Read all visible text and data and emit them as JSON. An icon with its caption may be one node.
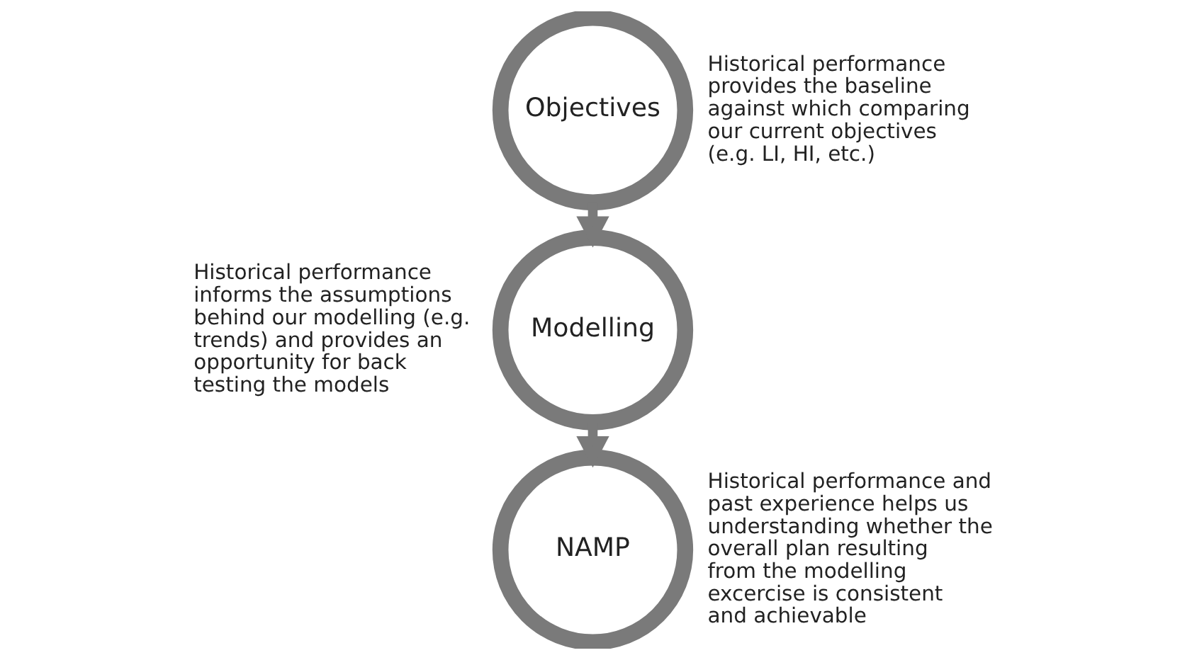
{
  "diagram": {
    "nodes": [
      {
        "text": [
          "Objectives"
        ],
        "beside": [
          "Historical performance provides the baseline against which comparing our current objectives (e.g. LI, HI, etc.)"
        ]
      },
      {
        "text": [
          "Modelling"
        ],
        "beside": [
          "Historical performance informs the assumptions behind our modelling (e.g. trends) and provides an opportunity for back testing the models"
        ]
      },
      {
        "text": [
          "NAMP"
        ],
        "beside": [
          "Historical performance and past experience helps us understanding whether the overall plan resulting from the modelling excercise is consistent and achievable"
        ]
      }
    ],
    "edges": [
      {
        "from": 0,
        "to": 1,
        "arrow": "to"
      },
      {
        "from": 1,
        "to": 2,
        "arrow": "to"
      }
    ]
  }
}
